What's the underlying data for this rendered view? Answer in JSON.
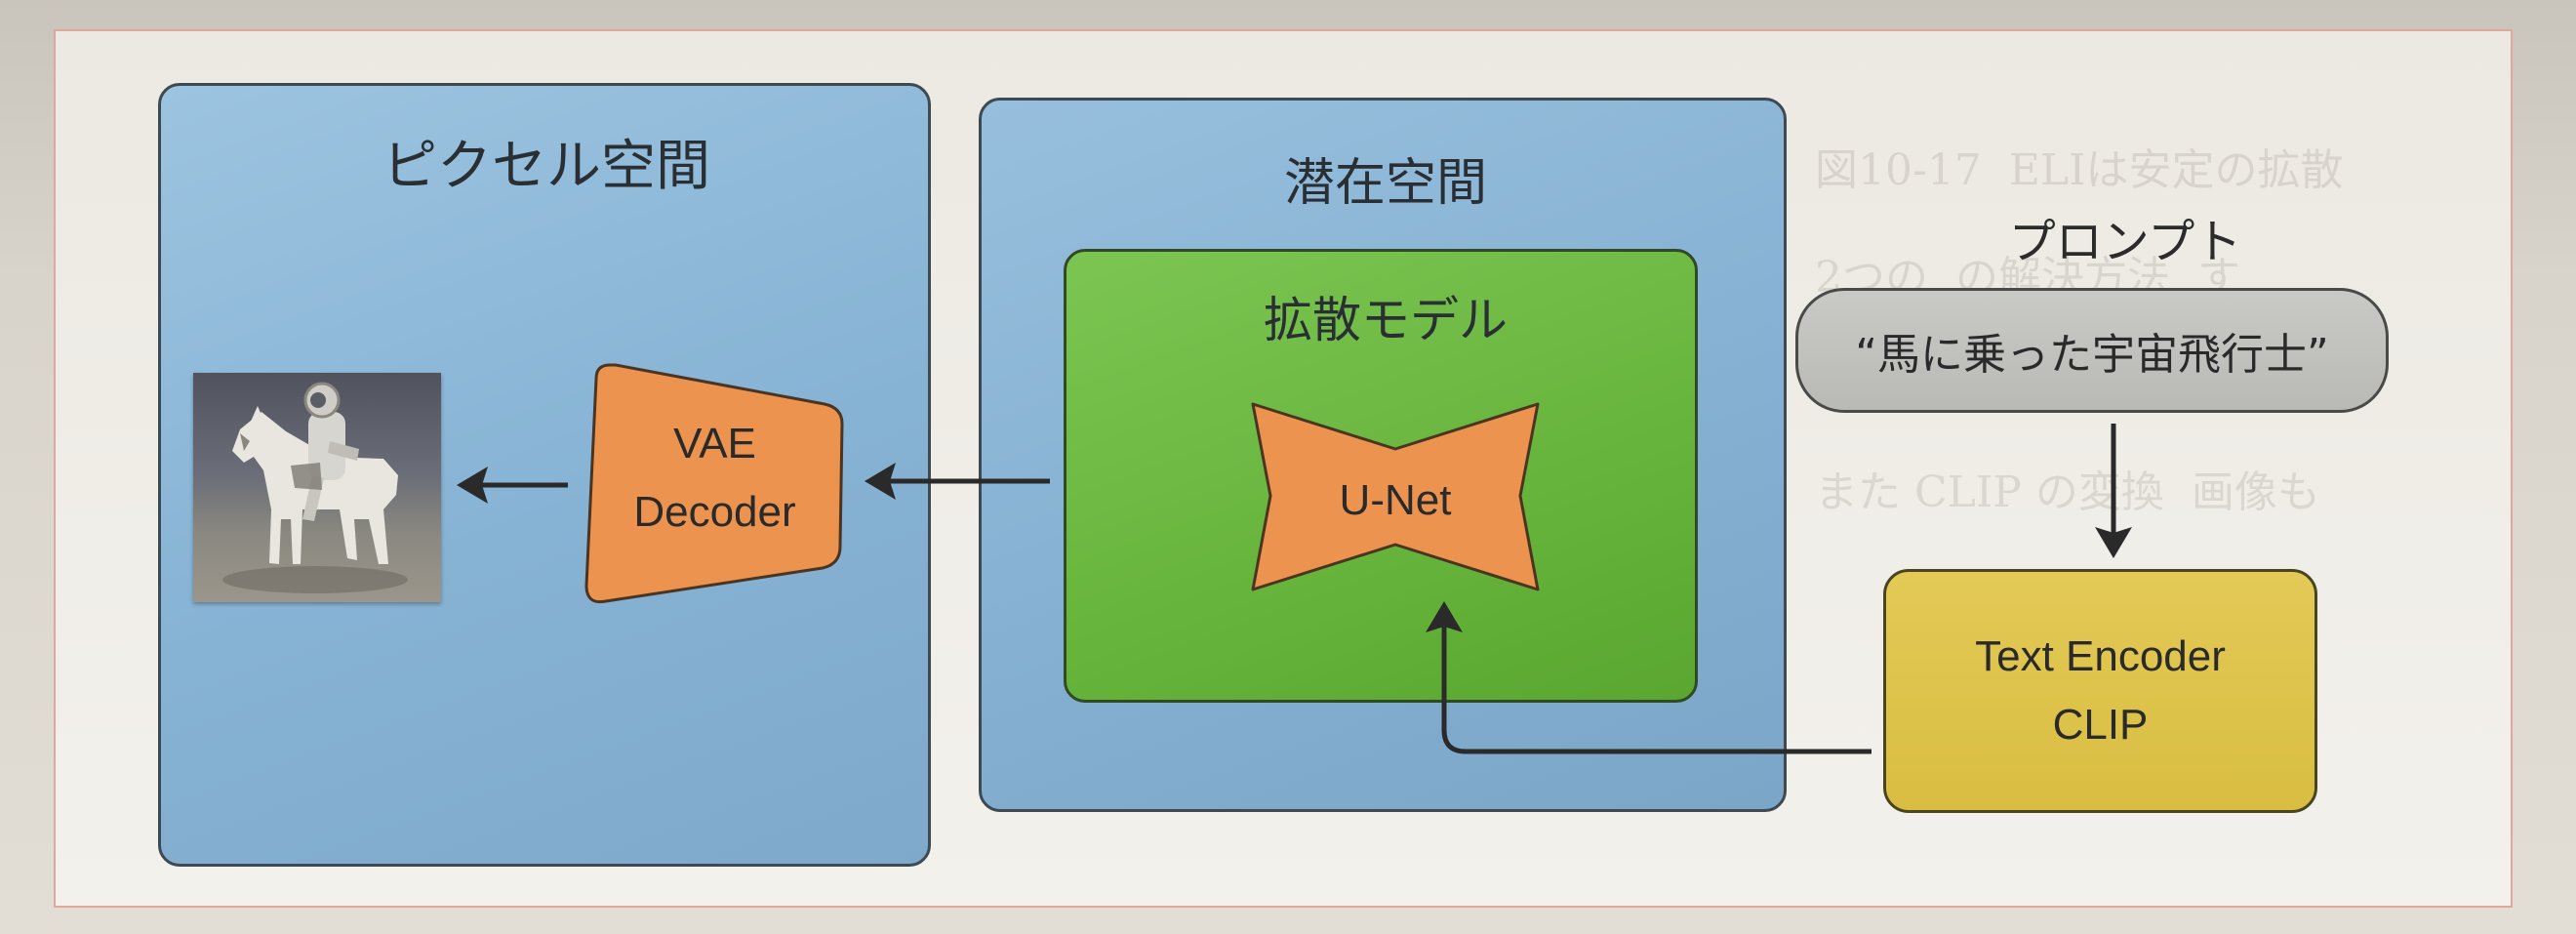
{
  "panels": {
    "pixel_space": "ピクセル空間",
    "latent_space": "潜在空間",
    "diffusion_model": "拡散モデル"
  },
  "blocks": {
    "vae_line1": "VAE",
    "vae_line2": "Decoder",
    "unet": "U-Net",
    "text_encoder_line1": "Text Encoder",
    "text_encoder_line2": "CLIP"
  },
  "prompt": {
    "label": "プロンプト",
    "text": "“馬に乗った宇宙飛行士”"
  },
  "colors": {
    "pixel_panel": "#86b2d4",
    "latent_panel": "#84afd1",
    "diffusion_panel": "#63b138",
    "block_orange": "#ec9350",
    "clip_yellow": "#d9bd42",
    "prompt_gray": "#bdbdba"
  }
}
